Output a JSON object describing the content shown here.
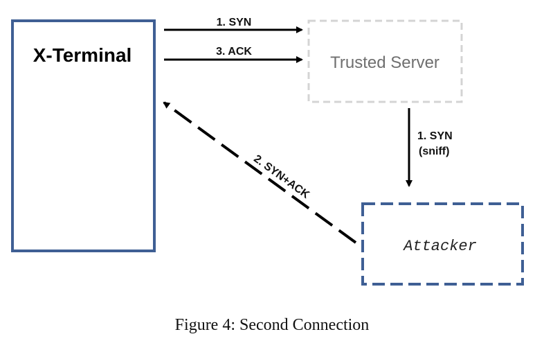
{
  "nodes": {
    "x_terminal": {
      "label": "X-Terminal"
    },
    "trusted_server": {
      "label": "Trusted Server"
    },
    "attacker": {
      "label": "Attacker"
    }
  },
  "edges": {
    "syn_1": {
      "label": "1. SYN"
    },
    "ack_3": {
      "label": "3. ACK"
    },
    "syn_sniff": {
      "label_line1": "1. SYN",
      "label_line2": "(sniff)"
    },
    "syn_ack_2": {
      "label": "2. SYN+ACK"
    }
  },
  "caption": "Figure 4: Second Connection",
  "colors": {
    "x_terminal_border": "#3f5f94",
    "trusted_server_border": "#d4d4d4",
    "attacker_border": "#3f5f94",
    "arrow": "#000000"
  }
}
